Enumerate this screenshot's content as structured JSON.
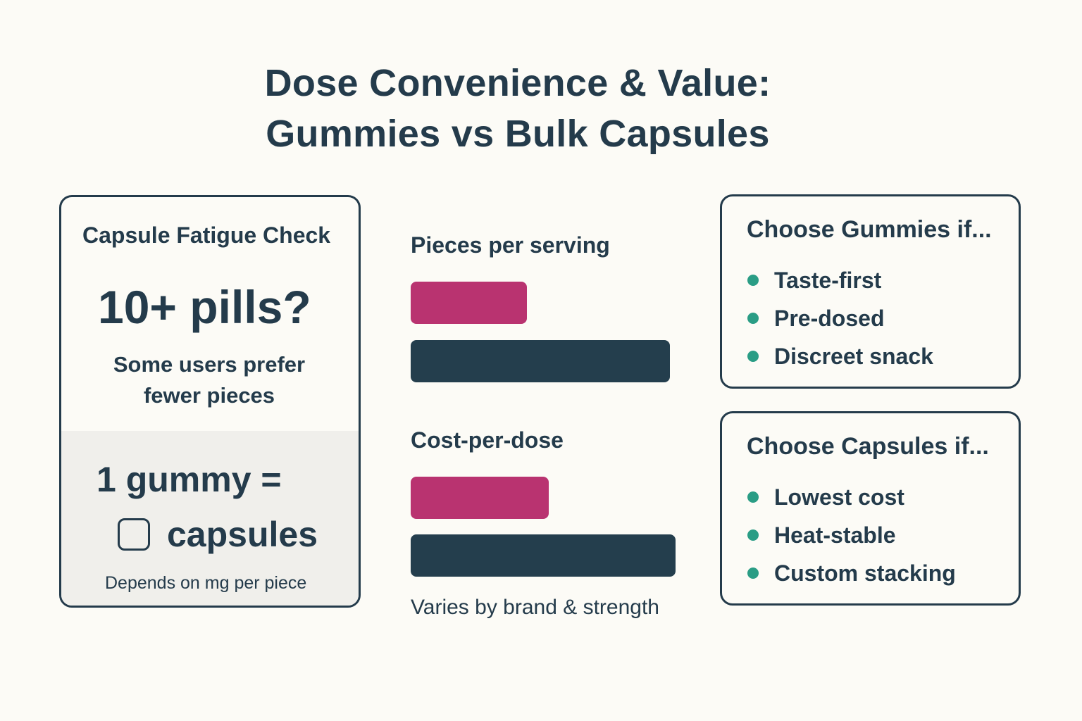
{
  "title": {
    "line1": "Dose Convenience & Value:",
    "line2": "Gummies vs Bulk Capsules"
  },
  "left_card": {
    "heading": "Capsule Fatigue Check",
    "big_question": "10+ pills?",
    "sub_line1": "Some users prefer",
    "sub_line2": "fewer pieces",
    "equation": "1 gummy =",
    "capsules_label": "capsules",
    "note": "Depends on mg per piece"
  },
  "middle": {
    "metric1_label": "Pieces per serving",
    "metric2_label": "Cost-per-dose",
    "footnote": "Varies by brand & strength"
  },
  "gummies_card": {
    "title": "Choose Gummies if...",
    "items": [
      "Taste-first",
      "Pre-dosed",
      "Discreet snack"
    ]
  },
  "capsules_card": {
    "title": "Choose Capsules if...",
    "items": [
      "Lowest cost",
      "Heat-stable",
      "Custom stacking"
    ]
  },
  "colors": {
    "background": "#fcfbf6",
    "text": "#243b4b",
    "gummy_bar": "#b93370",
    "capsule_bar": "#243e4d",
    "bullet": "#2a9d85",
    "panel_shade": "#f0efeb"
  },
  "chart_data": {
    "type": "bar",
    "orientation": "horizontal",
    "title": "",
    "categories": [
      "Pieces per serving",
      "Cost-per-dose"
    ],
    "series": [
      {
        "name": "Gummies",
        "color": "#b93370",
        "values": [
          165,
          196
        ]
      },
      {
        "name": "Bulk Capsules",
        "color": "#243e4d",
        "values": [
          368,
          376
        ]
      }
    ],
    "units": "relative bar length (px, unlabeled)",
    "annotations": [
      "Varies by brand & strength"
    ],
    "axes": "none",
    "grid": false,
    "legend": "none"
  }
}
